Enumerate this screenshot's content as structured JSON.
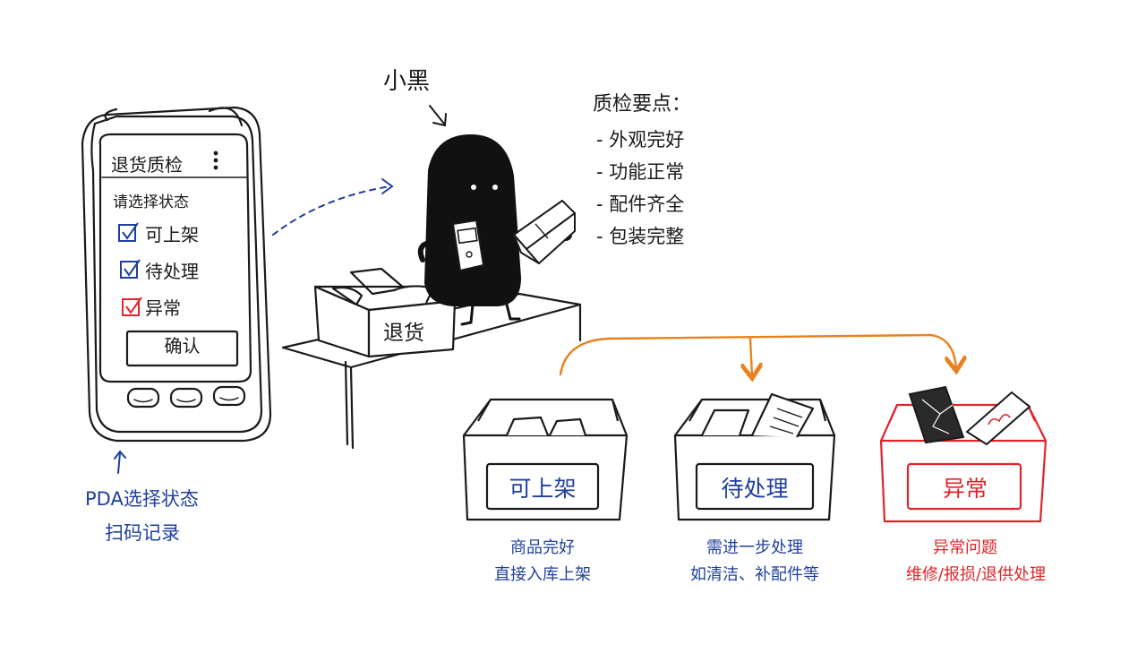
{
  "pda": {
    "title": "退货质检",
    "prompt": "请选择状态",
    "options": [
      {
        "label": "可上架",
        "color": "#1f3f9e"
      },
      {
        "label": "待处理",
        "color": "#1f3f9e"
      },
      {
        "label": "异常",
        "color": "#e0242a"
      }
    ],
    "confirm_label": "确认",
    "menu_icon": "more-vertical-icon",
    "check_icon": "checkbox-checked-icon"
  },
  "pda_caption": {
    "line1": "PDA选择状态",
    "line2": "扫码记录"
  },
  "character": {
    "name": "小黑"
  },
  "checklist": {
    "title": "质检要点：",
    "items": [
      "- 外观完好",
      "- 功能正常",
      "- 配件齐全",
      "- 包装完整"
    ]
  },
  "return_box": {
    "label": "退货"
  },
  "bins": [
    {
      "label": "可上架",
      "desc1": "商品完好",
      "desc2": "直接入库上架",
      "color": "#1f3f9e",
      "frame": "#1a1a1a"
    },
    {
      "label": "待处理",
      "desc1": "需进一步处理",
      "desc2": "如清洁、补配件等",
      "color": "#1f3f9e",
      "frame": "#1a1a1a"
    },
    {
      "label": "异常",
      "desc1": "异常问题",
      "desc2": "维修/报损/退供处理",
      "color": "#e0242a",
      "frame": "#e0242a"
    }
  ],
  "colors": {
    "ink": "#1a1a1a",
    "blue": "#1f3f9e",
    "red": "#e0242a",
    "orange": "#e8821e"
  }
}
